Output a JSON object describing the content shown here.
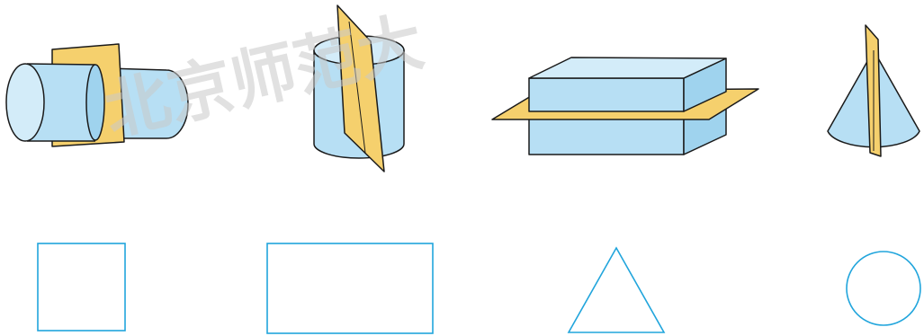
{
  "watermark": {
    "text": "北京师范大"
  },
  "solids": [
    {
      "shape": "cylinder",
      "plane": "perpendicular-to-axis"
    },
    {
      "shape": "cylinder",
      "plane": "through-axis"
    },
    {
      "shape": "rectangular-prism",
      "plane": "parallel-to-base"
    },
    {
      "shape": "cone",
      "plane": "through-apex"
    }
  ],
  "cross_sections": [
    {
      "shape": "square"
    },
    {
      "shape": "rectangle"
    },
    {
      "shape": "triangle"
    },
    {
      "shape": "circle"
    }
  ],
  "colors": {
    "solid_fill": "#b7dff4",
    "solid_top": "#d3ecf9",
    "solid_side": "#9fd3ee",
    "plane_fill": "#f5d06d",
    "outline": "#1a1a1a",
    "section_stroke": "#21a5dc",
    "watermark": "#c8c8c8"
  }
}
